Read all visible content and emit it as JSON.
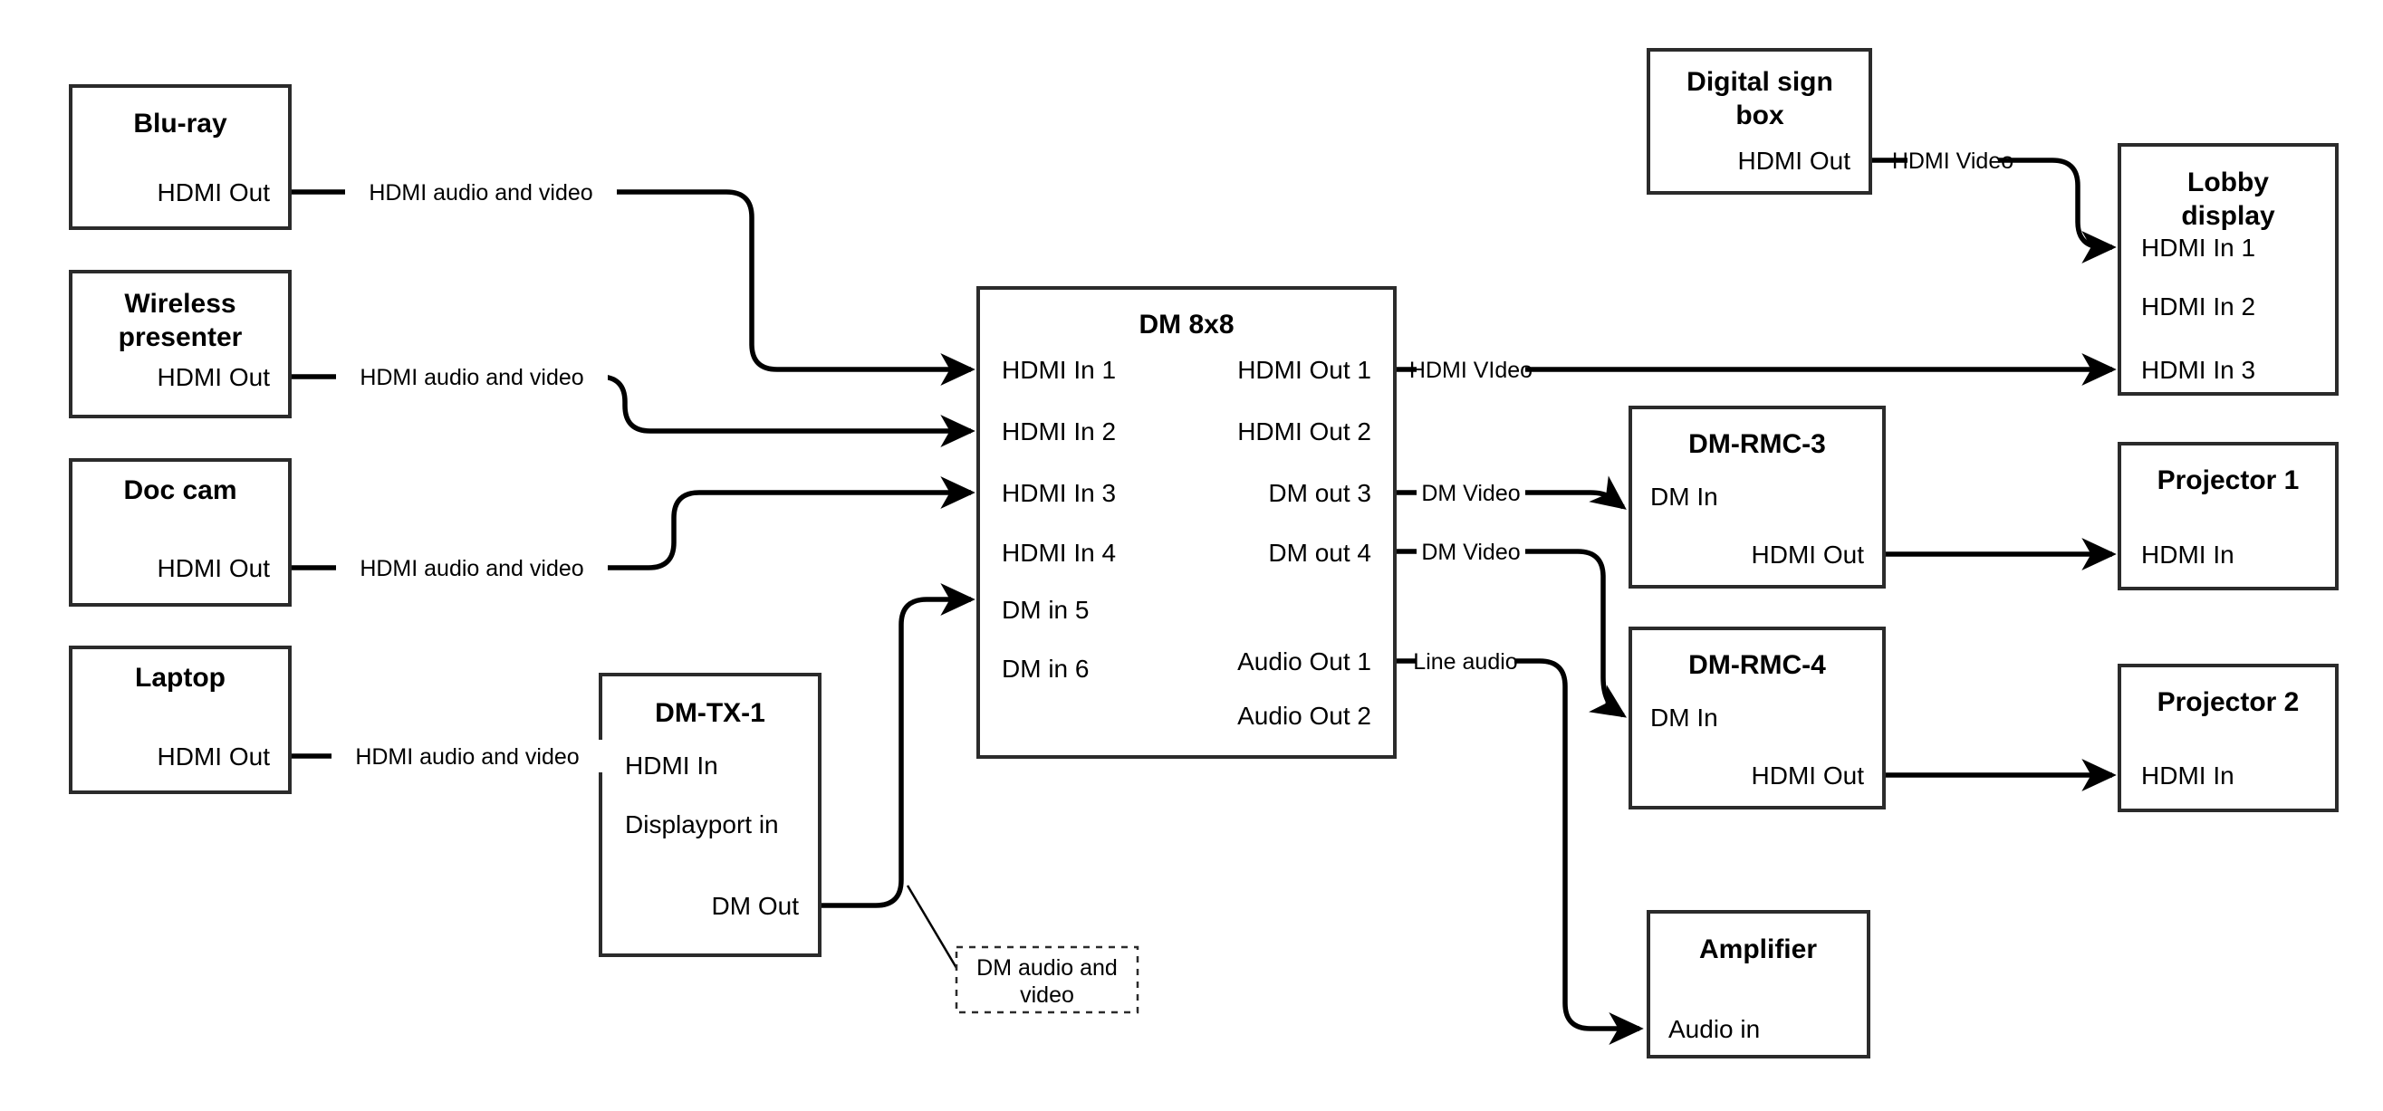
{
  "diagram": {
    "title": "AV System Signal Flow Diagram",
    "background_color": "#ffffff",
    "line_color": "#000000",
    "box_stroke_color": "#2b2b2b",
    "box_fill_color": "#ffffff"
  },
  "devices": {
    "bluray": {
      "title": "Blu-ray",
      "ports": {
        "hdmi_out": "HDMI Out"
      }
    },
    "wireless_presenter": {
      "title_line1": "Wireless",
      "title_line2": "presenter",
      "ports": {
        "hdmi_out": "HDMI Out"
      }
    },
    "doc_cam": {
      "title": "Doc cam",
      "ports": {
        "hdmi_out": "HDMI Out"
      }
    },
    "laptop": {
      "title": "Laptop",
      "ports": {
        "hdmi_out": "HDMI Out"
      }
    },
    "dm_tx_1": {
      "title": "DM-TX-1",
      "ports": {
        "hdmi_in": "HDMI In",
        "displayport_in": "Displayport in",
        "dm_out": "DM Out"
      }
    },
    "dm_8x8": {
      "title": "DM 8x8",
      "inputs": [
        "HDMI In 1",
        "HDMI In 2",
        "HDMI In 3",
        "HDMI In 4",
        "DM in 5",
        "DM in 6"
      ],
      "outputs": [
        "HDMI Out 1",
        "HDMI Out 2",
        "DM out 3",
        "DM out 4",
        "Audio Out 1",
        "Audio Out 2"
      ]
    },
    "digital_sign_box": {
      "title_line1": "Digital sign",
      "title_line2": "box",
      "ports": {
        "hdmi_out": "HDMI Out"
      }
    },
    "lobby_display": {
      "title_line1": "Lobby",
      "title_line2": "display",
      "ports": {
        "hdmi_in_1": "HDMI In 1",
        "hdmi_in_2": "HDMI In 2",
        "hdmi_in_3": "HDMI In 3"
      }
    },
    "dm_rmc_3": {
      "title": "DM-RMC-3",
      "ports": {
        "dm_in": "DM In",
        "hdmi_out": "HDMI Out"
      }
    },
    "dm_rmc_4": {
      "title": "DM-RMC-4",
      "ports": {
        "dm_in": "DM In",
        "hdmi_out": "HDMI Out"
      }
    },
    "projector_1": {
      "title": "Projector 1",
      "ports": {
        "hdmi_in": "HDMI In"
      }
    },
    "projector_2": {
      "title": "Projector 2",
      "ports": {
        "hdmi_in": "HDMI In"
      }
    },
    "amplifier": {
      "title": "Amplifier",
      "ports": {
        "audio_in": "Audio in"
      }
    }
  },
  "connections": {
    "bluray_to_dm": "HDMI audio and video",
    "wireless_to_dm": "HDMI audio and video",
    "doccam_to_dm": "HDMI audio and video",
    "laptop_to_tx": "HDMI audio and video",
    "signbox_to_lobby": "HDMI Video",
    "dm_out1_to_lobby": "HDMI VIdeo",
    "dm_out3_to_rmc3": "DM Video",
    "dm_out4_to_rmc4": "DM Video",
    "dm_audio1_to_amp": "Line audio"
  },
  "callouts": {
    "dm_audio_video": {
      "line1": "DM audio and",
      "line2": "video"
    }
  }
}
